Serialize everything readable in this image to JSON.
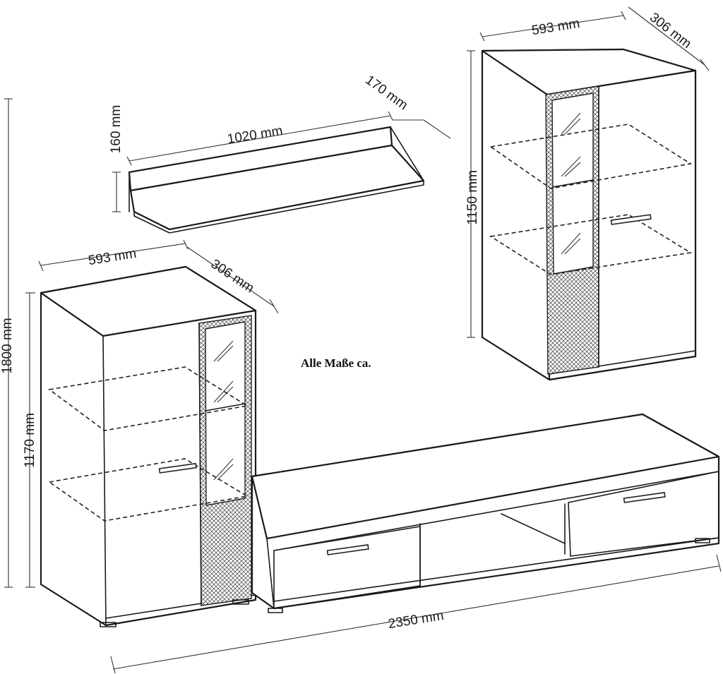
{
  "dimensions": {
    "shelf_width": "1020 mm",
    "shelf_depth": "170 mm",
    "shelf_height": "160 mm",
    "upper_cabinet_width": "593 mm",
    "upper_cabinet_depth": "306 mm",
    "upper_cabinet_height": "1150 mm",
    "tall_cabinet_width": "593 mm",
    "tall_cabinet_depth": "306 mm",
    "tall_cabinet_height": "1170 mm",
    "overall_height": "1800 mm",
    "overall_width": "2350 mm"
  },
  "note": "Alle Maße ca."
}
